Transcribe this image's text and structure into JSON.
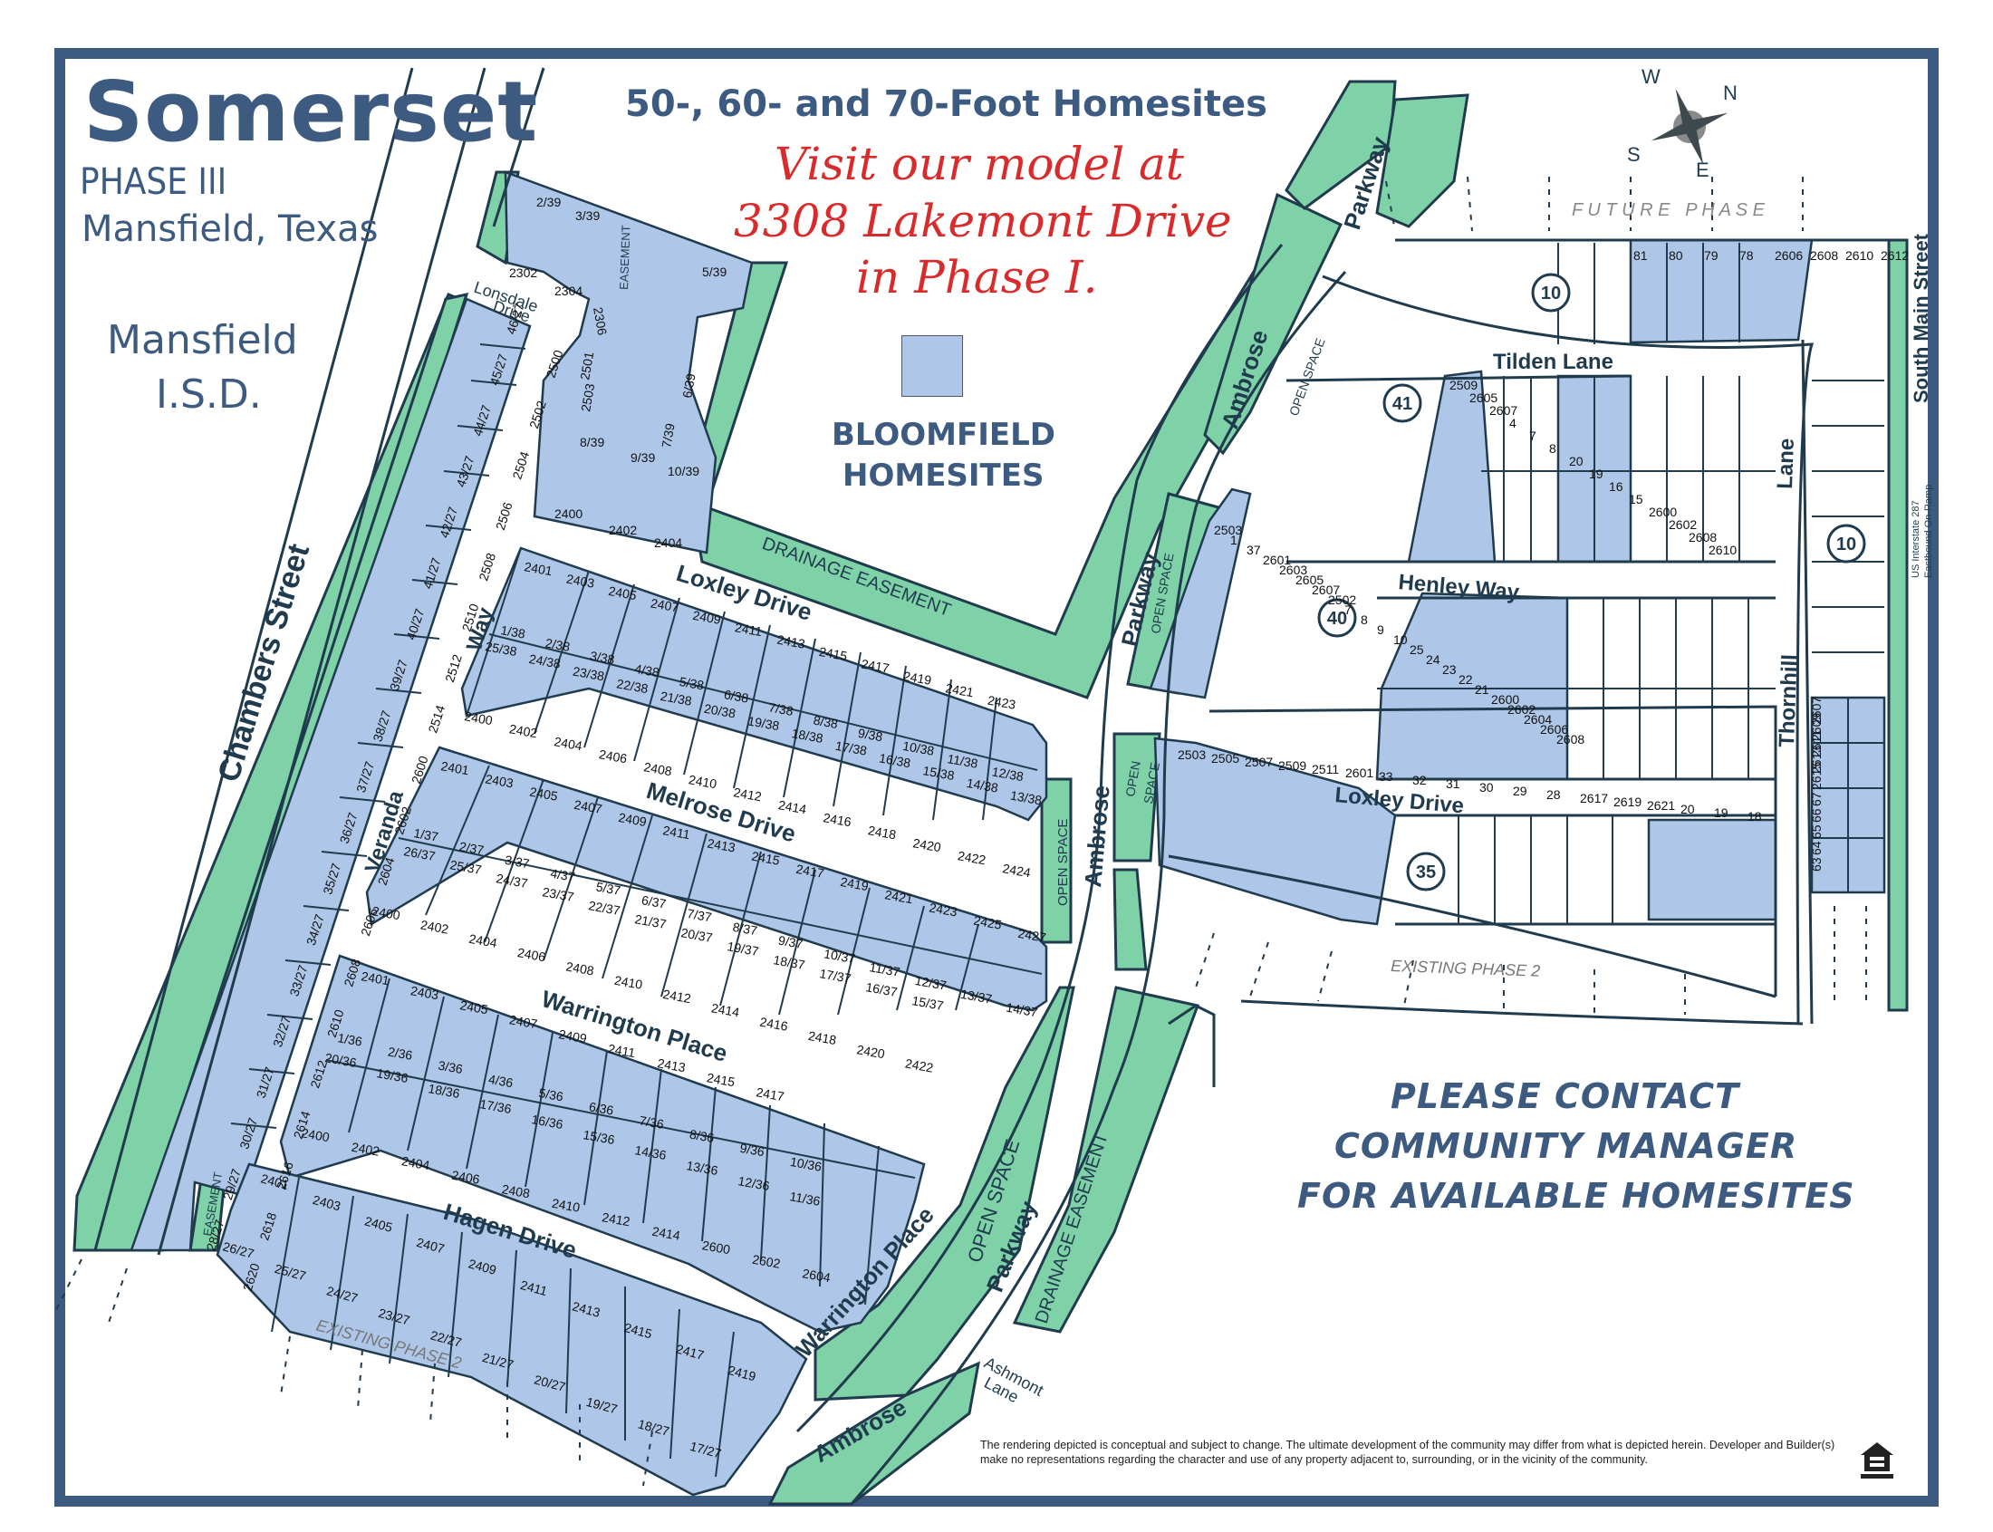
{
  "header": {
    "brand": "Somerset",
    "phase": "PHASE III",
    "location": "Mansfield, Texas",
    "district_line1": "Mansfield",
    "district_line2": "I.S.D.",
    "headline": "50-, 60- and 70-Foot Homesites",
    "visit_line1": "Visit our model at",
    "visit_line2": "3308 Lakemont Drive",
    "visit_line3": "in Phase I."
  },
  "legend": {
    "label_line1": "BLOOMFIELD",
    "label_line2": "HOMESITES",
    "swatch_color": "#aec7e8"
  },
  "colors": {
    "frame": "#3d5a80",
    "lot_fill": "#aec7e8",
    "open_space": "#7fd1a8",
    "visit_text": "#d92b2b"
  },
  "compass": {
    "n": "N",
    "s": "S",
    "e": "E",
    "w": "W"
  },
  "streets": {
    "chambers": "Chambers Street",
    "lonsdale_1": "Lonsdale",
    "lonsdale_2": "Drive",
    "veranda": "Veranda",
    "way": "Way",
    "loxley_w": "Loxley Drive",
    "melrose": "Melrose Drive",
    "warrington": "Warrington Place",
    "warrington_2": "Warrington Place",
    "hagen": "Hagen Drive",
    "ambrose_1": "Ambrose",
    "ambrose_2": "Ambrose",
    "ambrose_3": "Ambrose",
    "parkway_1": "Parkway",
    "parkway_2": "Parkway",
    "parkway_3": "Parkway",
    "tilden": "Tilden Lane",
    "henley": "Henley Way",
    "loxley_e": "Loxley Drive",
    "thornhill": "Thornhill",
    "lane": "Lane",
    "south_main": "South Main Street",
    "ashmont_1": "Ashmont",
    "ashmont_2": "Lane",
    "us287_1": "US Interstate 287",
    "us287_2": "Eastbound On-Ramp"
  },
  "areas": {
    "drainage_1": "DRAINAGE EASEMENT",
    "drainage_2": "DRAINAGE EASEMENT",
    "easement_1": "EASEMENT",
    "easement_2": "EASEMENT",
    "open_space_1": "OPEN SPACE",
    "open_space_2": "OPEN SPACE",
    "open_space_3": "OPEN SPACE",
    "open_space_4": "OPEN",
    "open_space_4b": "SPACE",
    "open_space_5": "OPEN SPACE",
    "future_phase": "F U T U R E   P H A S E",
    "existing_1": "EXISTING PHASE 2",
    "existing_2": "EXISTING PHASE 2"
  },
  "phase_markers": [
    "10",
    "41",
    "40",
    "35",
    "10"
  ],
  "contact": {
    "line1": "PLEASE CONTACT",
    "line2": "COMMUNITY MANAGER",
    "line3": "FOR AVAILABLE HOMESITES"
  },
  "disclaimer": "The rendering depicted is conceptual and subject to change.  The ultimate development of the community may differ from what is depicted herein.  Developer and Builder(s) make no representations regarding the character and use of any property adjacent to, surrounding, or in the vicinity of the community.",
  "lots": {
    "block39": [
      "2/39",
      "3/39",
      "2302",
      "2304",
      "2306",
      "5/39",
      "2501",
      "6/39",
      "2503",
      "7/39",
      "8/39",
      "9/39",
      "10/39",
      "2400",
      "2402",
      "2404"
    ],
    "block27_west": [
      "46/27",
      "45/27",
      "44/27",
      "43/27",
      "42/27",
      "41/27",
      "40/27",
      "39/27",
      "38/27",
      "37/27",
      "36/27",
      "35/27",
      "34/27",
      "33/27",
      "32/27",
      "31/27",
      "30/27",
      "29/27",
      "28/27"
    ],
    "veranda_addr": [
      "2500",
      "2502",
      "2504",
      "2506",
      "2508",
      "2510",
      "2512",
      "2514",
      "2600",
      "2602",
      "2604",
      "2606",
      "2608",
      "2610",
      "2612",
      "2614",
      "2616",
      "2618",
      "2620"
    ],
    "loxley_north": [
      "2401",
      "2403",
      "2405",
      "2407",
      "2409",
      "2411",
      "2413",
      "2415",
      "2417",
      "2419",
      "2421",
      "2423"
    ],
    "block38_top": [
      "1/38",
      "2/38",
      "3/38",
      "4/38",
      "5/38",
      "6/38",
      "7/38",
      "8/38",
      "9/38",
      "10/38",
      "11/38",
      "12/38"
    ],
    "block38_bottom": [
      "25/38",
      "24/38",
      "23/38",
      "22/38",
      "21/38",
      "20/38",
      "19/38",
      "18/38",
      "17/38",
      "16/38",
      "15/38",
      "14/38",
      "13/38"
    ],
    "melrose_north": [
      "2400",
      "2402",
      "2404",
      "2406",
      "2408",
      "2410",
      "2412",
      "2414",
      "2416",
      "2418",
      "2420",
      "2422",
      "2424"
    ],
    "melrose_south": [
      "2401",
      "2403",
      "2405",
      "2407",
      "2409",
      "2411",
      "2413",
      "2415",
      "2417",
      "2419",
      "2421",
      "2423",
      "2425",
      "2427"
    ],
    "block37_top": [
      "1/37",
      "2/37",
      "3/37",
      "4/37",
      "5/37",
      "6/37",
      "7/37",
      "8/37",
      "9/37",
      "10/37",
      "11/37",
      "12/37",
      "13/37",
      "14/37"
    ],
    "block37_bottom": [
      "26/37",
      "25/37",
      "24/37",
      "23/37",
      "22/37",
      "21/37",
      "20/37",
      "19/37",
      "18/37",
      "17/37",
      "16/37",
      "15/37"
    ],
    "warrington_north": [
      "2400",
      "2402",
      "2404",
      "2406",
      "2408",
      "2410",
      "2412",
      "2414",
      "2416",
      "2418",
      "2420",
      "2422"
    ],
    "warrington_south": [
      "2401",
      "2403",
      "2405",
      "2407",
      "2409",
      "2411",
      "2413",
      "2415",
      "2417"
    ],
    "block36_top": [
      "1/36",
      "2/36",
      "3/36",
      "4/36",
      "5/36",
      "6/36",
      "7/36",
      "8/36",
      "9/36",
      "10/36"
    ],
    "block36_bottom": [
      "20/36",
      "19/36",
      "18/36",
      "17/36",
      "16/36",
      "15/36",
      "14/36",
      "13/36",
      "12/36",
      "11/36"
    ],
    "warrington_place_addr": [
      "2400",
      "2402",
      "2404",
      "2406",
      "2408",
      "2410",
      "2412",
      "2414",
      "2600",
      "2602",
      "2604"
    ],
    "hagen_north": [
      "2401",
      "2403",
      "2405",
      "2407",
      "2409",
      "2411",
      "2413",
      "2415",
      "2417",
      "2419"
    ],
    "block27_south": [
      "26/27",
      "25/27",
      "24/27",
      "23/27",
      "22/27",
      "21/27",
      "20/27",
      "19/27",
      "18/27",
      "17/27"
    ],
    "tilden_north": [
      "81",
      "80",
      "79",
      "78",
      "2606",
      "2608",
      "2610",
      "2612"
    ],
    "block41": [
      "2509",
      "2605",
      "2607",
      "4",
      "7",
      "8",
      "20",
      "19",
      "16",
      "15",
      "2600",
      "2602",
      "2608",
      "2610"
    ],
    "block40": [
      "2503",
      "1",
      "37",
      "2601",
      "2603",
      "2605",
      "2607",
      "2502",
      "7",
      "8",
      "9",
      "10",
      "25",
      "24",
      "23",
      "22",
      "21",
      "2600",
      "2602",
      "2604",
      "2606",
      "2608"
    ],
    "block35": [
      "2503",
      "2505",
      "2507",
      "2509",
      "2511",
      "2601",
      "33",
      "32",
      "31",
      "30",
      "29",
      "28",
      "2617",
      "2619",
      "2621",
      "20",
      "19",
      "18"
    ],
    "thornhill_east": [
      "2607",
      "2609",
      "2611",
      "2613",
      "2615",
      "67",
      "66",
      "65",
      "64",
      "63"
    ]
  }
}
